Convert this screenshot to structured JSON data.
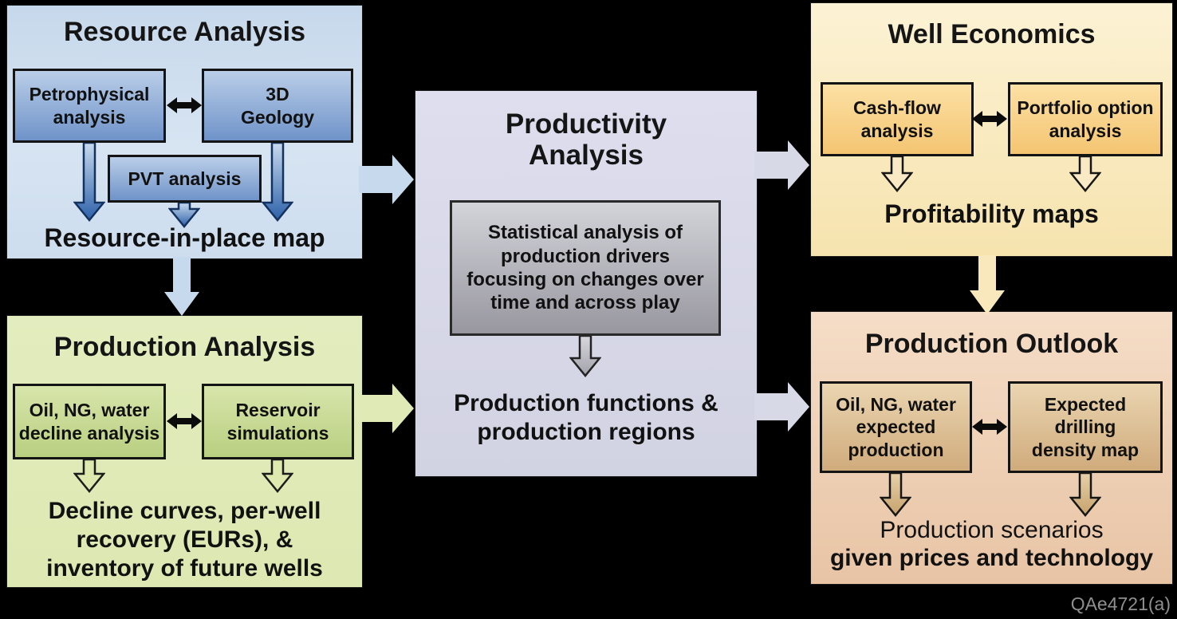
{
  "panels": {
    "resource": {
      "title": "Resource Analysis",
      "box_petrophysical": "Petrophysical\nanalysis",
      "box_geology": "3D\nGeology",
      "box_pvt": "PVT analysis",
      "output": "Resource-in-place map"
    },
    "production": {
      "title": "Production Analysis",
      "box_decline": "Oil, NG, water\ndecline analysis",
      "box_reservoir": "Reservoir\nsimulations",
      "output": "Decline curves, per-well\nrecovery (EURs), &\ninventory of future wells"
    },
    "productivity": {
      "title": "Productivity\nAnalysis",
      "box_statistical": "Statistical analysis of\nproduction drivers\nfocusing on changes over\ntime and across play",
      "output": "Production functions &\nproduction regions"
    },
    "well_economics": {
      "title": "Well Economics",
      "box_cashflow": "Cash-flow\nanalysis",
      "box_portfolio": "Portfolio option\nanalysis",
      "output": "Profitability maps"
    },
    "outlook": {
      "title": "Production Outlook",
      "box_expected_production": "Oil, NG, water\nexpected\nproduction",
      "box_drilling_density": "Expected\ndrilling\ndensity map",
      "output_line1": "Production scenarios",
      "output_line2": "given prices and technology"
    }
  },
  "colors": {
    "background": "#000000",
    "resource_panel": "#cfdfef",
    "production_panel": "#dee9b6",
    "productivity_panel": "#d8d9e7",
    "well_economics_panel": "#f9ecc4",
    "outlook_panel": "#eed1b6",
    "resource_arrow": "#2d61aa",
    "connector_arrow_black": "#0b0b0b"
  },
  "footer": {
    "code_label": "QAe4721(a)"
  }
}
